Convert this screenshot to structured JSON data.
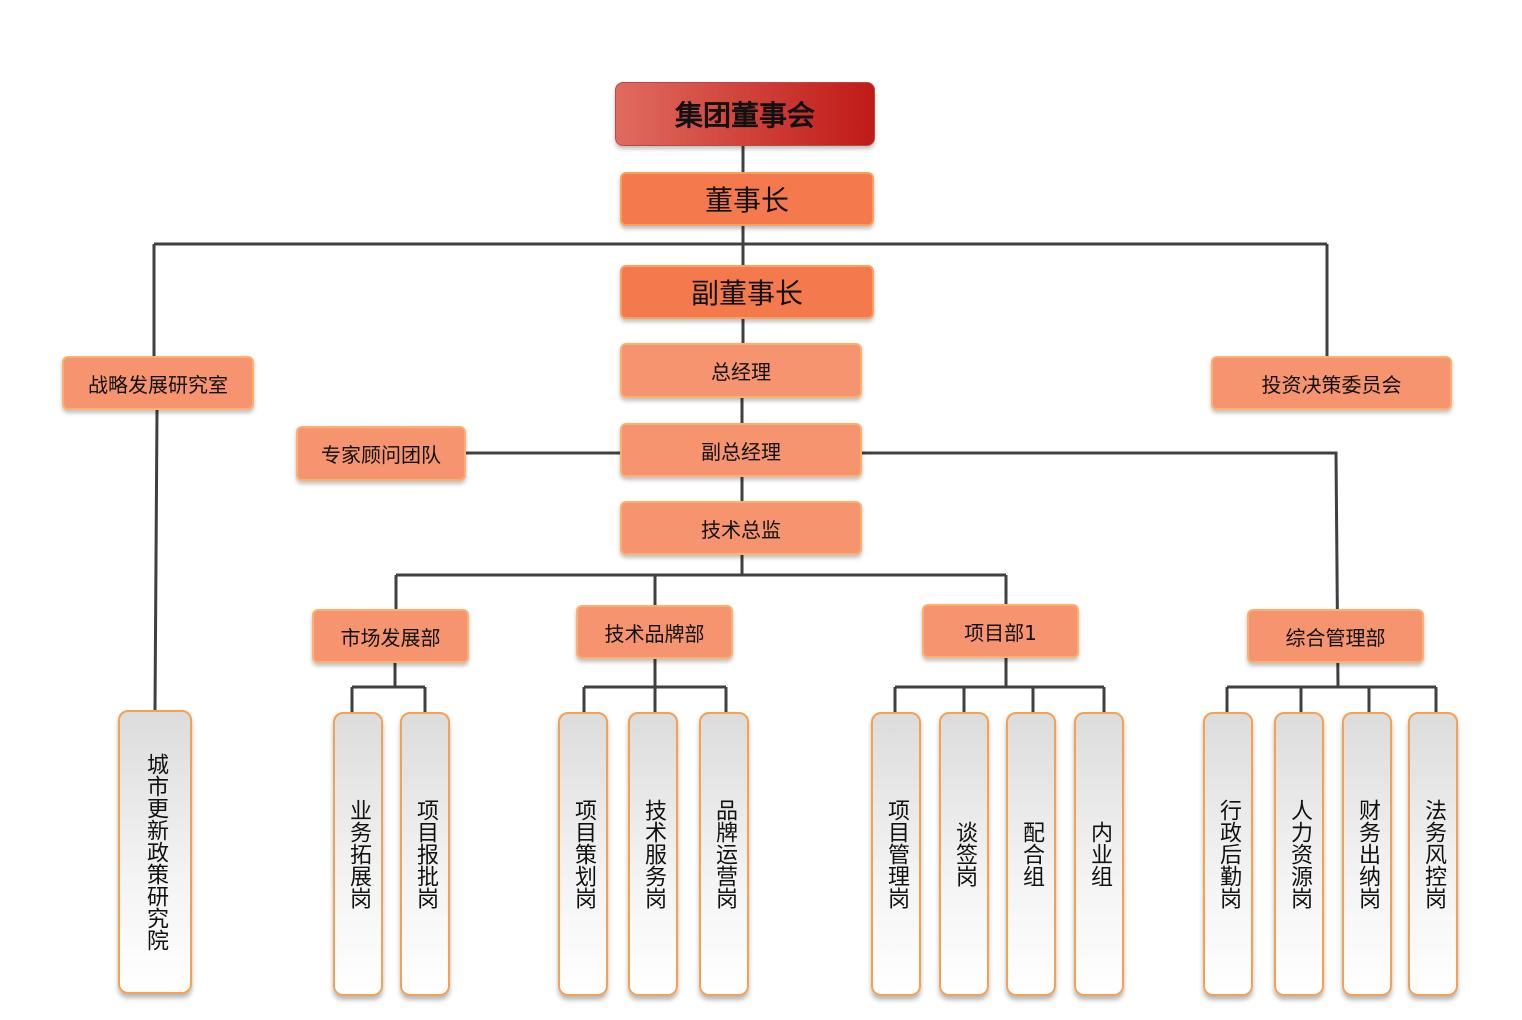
{
  "org": {
    "board": "集团董事会",
    "chairman": "董事长",
    "vice_chairman": "副董事长",
    "general_manager": "总经理",
    "deputy_gm": "副总经理",
    "technical_director": "技术总监",
    "strategy_office": "战略发展研究室",
    "investment_committee": "投资决策委员会",
    "expert_team": "专家顾问团队",
    "urban_institute": "城市更新政策研究院",
    "departments": {
      "market": {
        "name": "市场发展部",
        "posts": [
          "业务拓展岗",
          "项目报批岗"
        ]
      },
      "tech_brand": {
        "name": "技术品牌部",
        "posts": [
          "项目策划岗",
          "技术服务岗",
          "品牌运营岗"
        ]
      },
      "project": {
        "name": "项目部1",
        "posts": [
          "项目管理岗",
          "谈签岗",
          "配合组",
          "内业组"
        ]
      },
      "admin": {
        "name": "综合管理部",
        "posts": [
          "行政后勤岗",
          "人力资源岗",
          "财务出纳岗",
          "法务风控岗"
        ]
      }
    }
  },
  "colors": {
    "board_gradient": [
      "#e06b5f",
      "#c01a17"
    ],
    "dark_fill": "#f47a4d",
    "mid_fill": "#f6946f",
    "post_border": "#f4a055",
    "connector": "#404040"
  }
}
